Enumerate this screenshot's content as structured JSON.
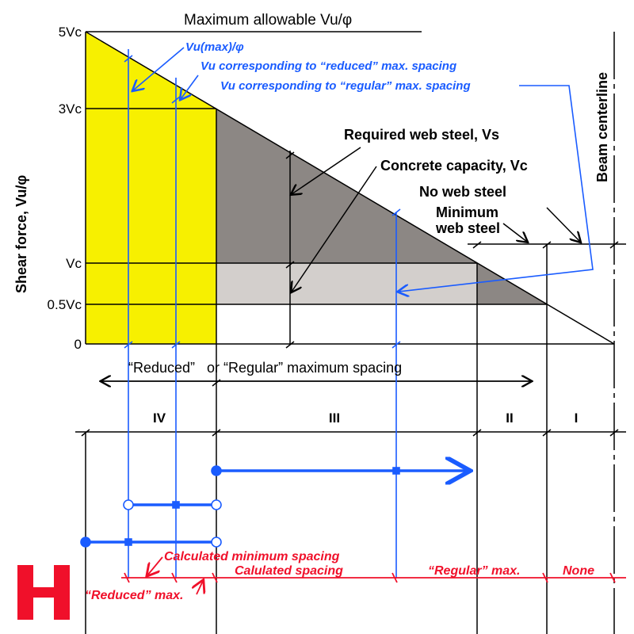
{
  "title": "Maximum allowable Vu/φ",
  "y_axis_label": "Shear force, Vu/φ",
  "y_ticks": [
    "5Vc",
    "3Vc",
    "Vc",
    "0.5Vc",
    "0"
  ],
  "blue_labels": {
    "vu_max": "Vu(max)/φ",
    "vu_reduced": "Vu corresponding to “reduced” max. spacing",
    "vu_regular": "Vu corresponding to “regular” max. spacing"
  },
  "black_labels": {
    "required_web_steel": "Required web steel, Vs",
    "concrete_capacity": "Concrete capacity, Vc",
    "no_web_steel": "No web steel",
    "minimum_web_steel_1": "Minimum",
    "minimum_web_steel_2": "web steel",
    "beam_centerline": "Beam centerline",
    "spacing_span": "“Reduced”   or “Regular” maximum spacing"
  },
  "zones": [
    "IV",
    "III",
    "II",
    "I"
  ],
  "red_labels": {
    "calc_min": "Calculated minimum spacing",
    "calc": "Calulated spacing",
    "reduced_max": "“Reduced” max.",
    "regular_max": "“Regular” max.",
    "none": "None"
  },
  "logo": "H",
  "colors": {
    "yellow": "#f7f000",
    "dark_gray": "#8c8784",
    "light_gray": "#d3cfcc",
    "blue": "#1a5cff",
    "red": "#f0102a"
  }
}
